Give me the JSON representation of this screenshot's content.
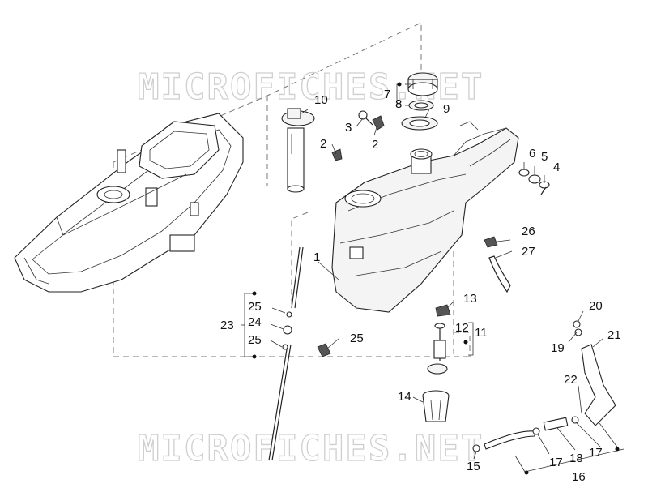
{
  "watermark": {
    "top": "MICROFICHES.NET",
    "bottom": "MICROFICHES.NET"
  },
  "callouts": {
    "c1": "1",
    "c2a": "2",
    "c2b": "2",
    "c3": "3",
    "c4": "4",
    "c5": "5",
    "c6": "6",
    "c7": "7",
    "c8": "8",
    "c9": "9",
    "c10": "10",
    "c11": "11",
    "c12": "12",
    "c13": "13",
    "c14": "14",
    "c15": "15",
    "c16": "16",
    "c17a": "17",
    "c17b": "17",
    "c18": "18",
    "c19": "19",
    "c20": "20",
    "c21": "21",
    "c22": "22",
    "c23": "23",
    "c24": "24",
    "c25a": "25",
    "c25b": "25",
    "c25c": "25",
    "c26": "26",
    "c27": "27"
  }
}
